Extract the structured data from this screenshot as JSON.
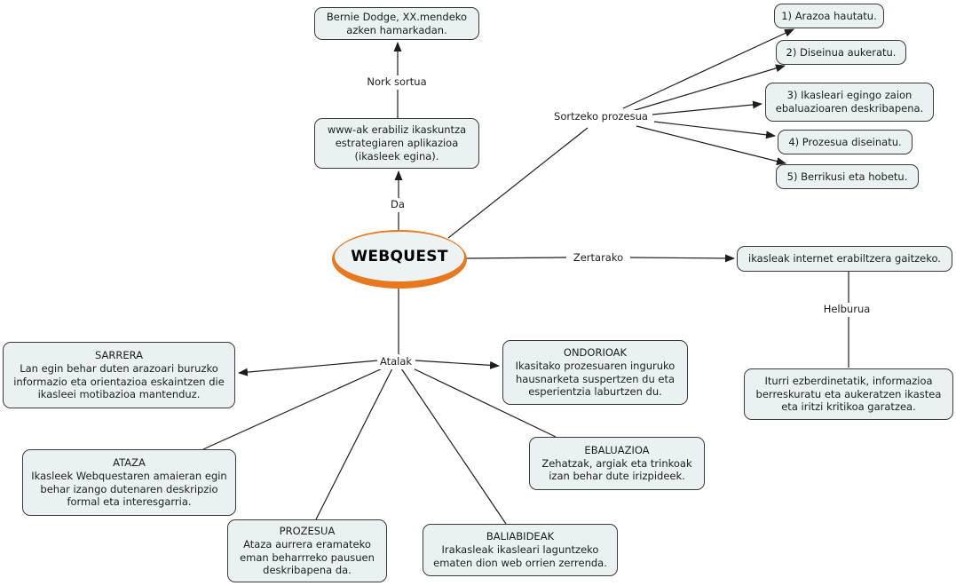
{
  "colors": {
    "node_fill": "#e9f1f2",
    "node_border": "#3a3a3a",
    "line": "#1d1d1d",
    "accent_orange": "#e8781e",
    "background": "#ffffff"
  },
  "center": {
    "label": "WEBQUEST"
  },
  "edge_labels": {
    "nork_sortua": "Nork sortua",
    "da": "Da",
    "sortzeko_prozesua": "Sortzeko prozesua",
    "zertarako": "Zertarako",
    "helburua": "Helburua",
    "atalak": "Atalak"
  },
  "nodes": {
    "bernie": {
      "text": "Bernie Dodge, XX.mendeko azken hamarkadan."
    },
    "www": {
      "text": "www-ak erabiliz ikaskuntza estrategiaren aplikazioa (ikasleek egina)."
    },
    "step1": {
      "text": "1) Arazoa hautatu."
    },
    "step2": {
      "text": "2) Diseinua aukeratu."
    },
    "step3": {
      "text": "3) Ikasleari egingo zaion ebaluazioaren deskribapena."
    },
    "step4": {
      "text": "4) Prozesua diseinatu."
    },
    "step5": {
      "text": "5) Berrikusi eta hobetu."
    },
    "internet": {
      "text": "ikasleak internet erabiltzera gaitzeko."
    },
    "iturri": {
      "text": "Iturri ezberdinetatik, informazioa berreskuratu eta aukeratzen ikastea eta iritzi kritikoa garatzea."
    },
    "sarrera": {
      "title": "SARRERA",
      "text": "Lan egin behar duten arazoari buruzko informazio eta orientazioa eskaintzen die ikasleei motibazioa mantenduz."
    },
    "ataza": {
      "title": "ATAZA",
      "text": "Ikasleek Webquestaren amaieran egin behar izango dutenaren deskripzio formal eta interesgarria."
    },
    "prozesua": {
      "title": "PROZESUA",
      "text": "Ataza aurrera eramateko eman beharrreko pausuen deskribapena da."
    },
    "baliabideak": {
      "title": "BALIABIDEAK",
      "text": "Irakasleak ikasleari laguntzeko ematen dion web orrien zerrenda."
    },
    "ebaluazioa": {
      "title": "EBALUAZIOA",
      "text": "Zehatzak, argiak eta trinkoak izan behar dute irizpideek."
    },
    "ondorioak": {
      "title": "ONDORIOAK",
      "text": "Ikasitako prozesuaren inguruko hausnarketa suspertzen du eta esperientzia laburtzen du."
    }
  }
}
